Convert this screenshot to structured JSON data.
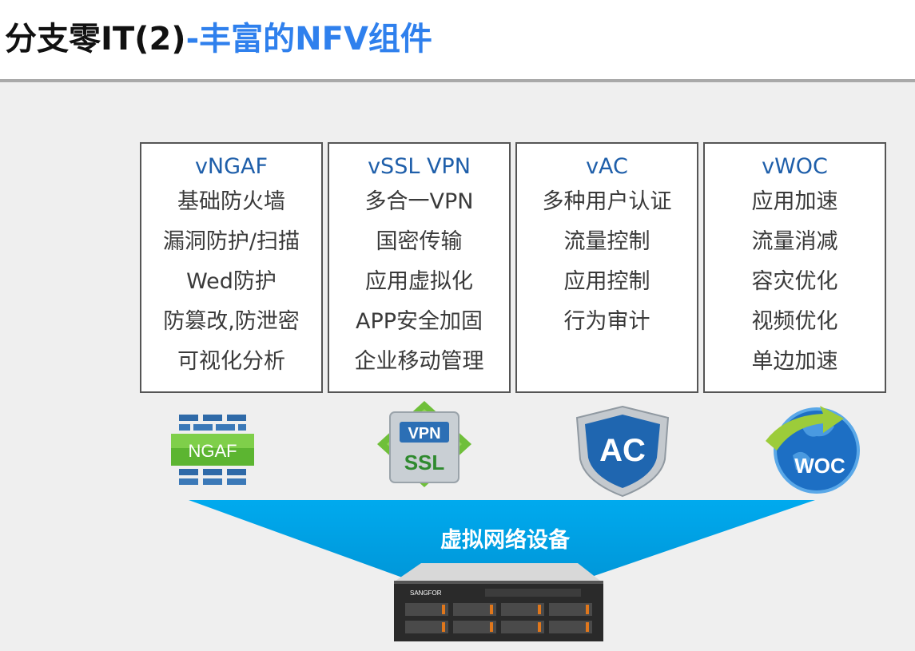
{
  "header": {
    "title_prefix": "分支零IT(2)",
    "title_suffix": "-丰富的NFV组件"
  },
  "components": [
    {
      "title": "vNGAF",
      "items": [
        "基础防火墙",
        "漏洞防护/扫描",
        "Wed防护",
        "防篡改,防泄密",
        "可视化分析"
      ],
      "logo_text": "NGAF",
      "icon": "firewall-wall-icon"
    },
    {
      "title": "vSSL VPN",
      "items": [
        "多合一VPN",
        "国密传输",
        "应用虚拟化",
        "APP安全加固",
        "企业移动管理"
      ],
      "logo_text_top": "VPN",
      "logo_text_bottom": "SSL",
      "icon": "ssl-vpn-diamond-icon"
    },
    {
      "title": "vAC",
      "items": [
        "多种用户认证",
        "流量控制",
        "应用控制",
        "行为审计"
      ],
      "logo_text": "AC",
      "icon": "access-control-shield-icon"
    },
    {
      "title": "vWOC",
      "items": [
        "应用加速",
        "流量消减",
        "容灾优化",
        "视频优化",
        "单边加速"
      ],
      "logo_text": "WOC",
      "icon": "wan-optimization-globe-icon"
    }
  ],
  "banner": {
    "label": "虚拟网络设备",
    "color": "#00a9ec"
  },
  "server": {
    "brand": "SANGFOR",
    "icon": "rack-server-icon"
  },
  "colors": {
    "title_dark": "#111111",
    "title_accent": "#2f80ed",
    "box_title": "#1f5faa",
    "box_text": "#3a3a3a",
    "background": "#efefef"
  }
}
